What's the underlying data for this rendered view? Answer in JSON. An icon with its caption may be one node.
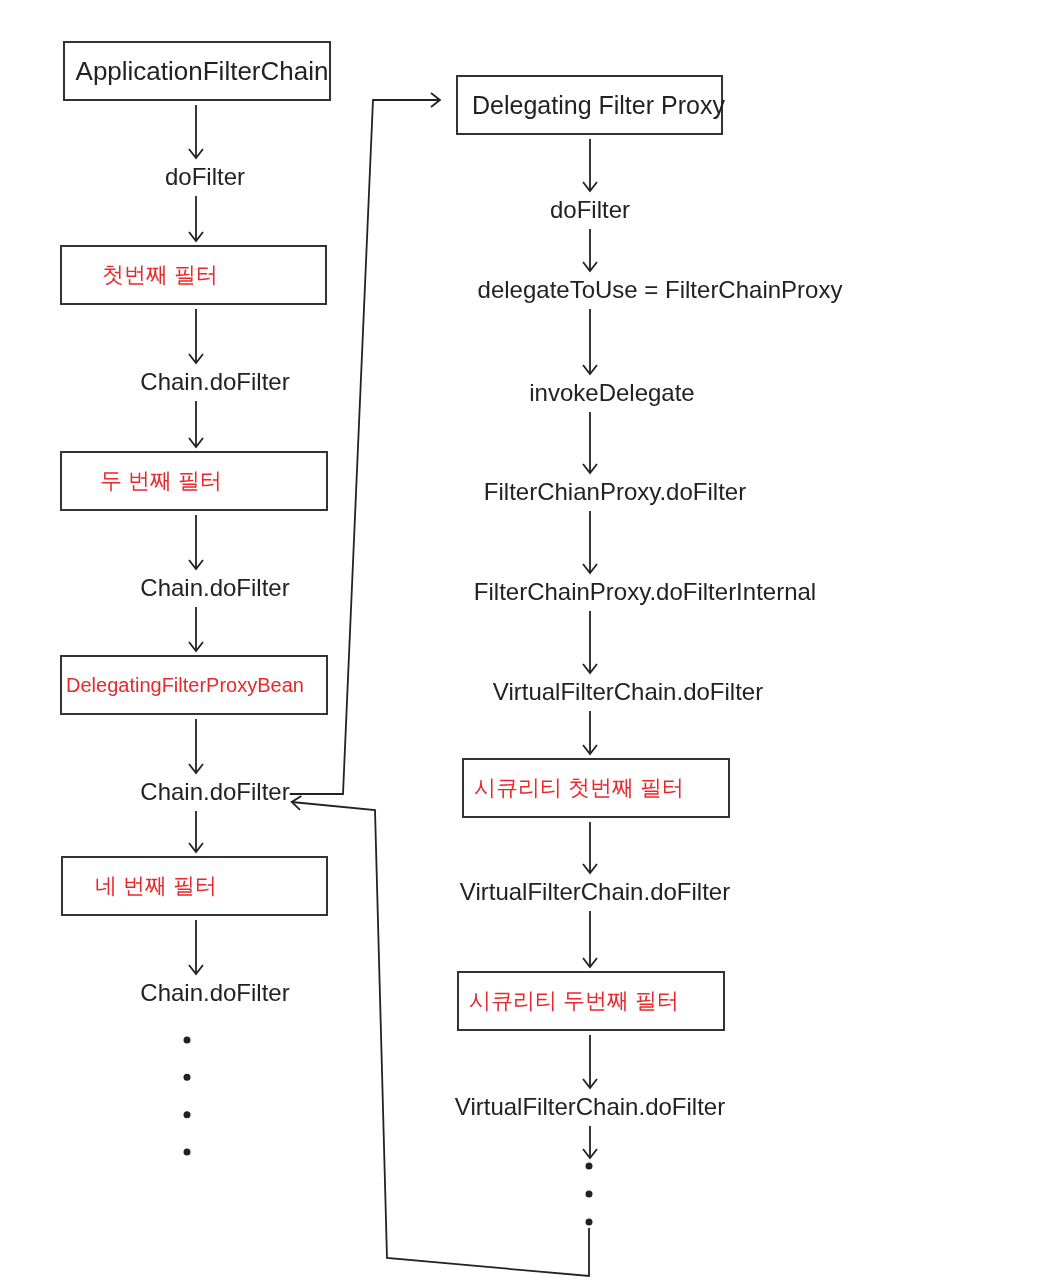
{
  "diagram": {
    "nodes": [
      {
        "text": [
          "ApplicationFilterChain"
        ]
      },
      {
        "text": [
          "doFilter"
        ]
      },
      {
        "text": [
          "첫번째 필터"
        ]
      },
      {
        "text": [
          "Chain.doFilter"
        ]
      },
      {
        "text": [
          "두 번째 필터"
        ]
      },
      {
        "text": [
          "Chain.doFilter"
        ]
      },
      {
        "text": [
          "DelegatingFilterProxyBean"
        ]
      },
      {
        "text": [
          "Chain.doFilter"
        ]
      },
      {
        "text": [
          "네 번째 필터"
        ]
      },
      {
        "text": [
          "Chain.doFilter"
        ]
      },
      {
        "text": [],
        "shape": "dots"
      },
      {
        "text": [
          "Delegating Filter Proxy"
        ]
      },
      {
        "text": [
          "doFilter"
        ]
      },
      {
        "text": [
          "delegateToUse = FilterChainProxy"
        ]
      },
      {
        "text": [
          "invokeDelegate"
        ]
      },
      {
        "text": [
          "FilterChianProxy.doFilter"
        ]
      },
      {
        "text": [
          "FilterChainProxy.doFilterInternal"
        ]
      },
      {
        "text": [
          "VirtualFilterChain.doFilter"
        ]
      },
      {
        "text": [
          "시큐리티 첫번째 필터"
        ]
      },
      {
        "text": [
          "VirtualFilterChain.doFilter"
        ]
      },
      {
        "text": [
          "시큐리티 두번째 필터"
        ]
      },
      {
        "text": [
          "VirtualFilterChain.doFilter"
        ]
      },
      {
        "text": [],
        "shape": "dots"
      }
    ],
    "edges": [
      {
        "from": 0,
        "to": 1,
        "arrow": "to"
      },
      {
        "from": 1,
        "to": 2,
        "arrow": "to"
      },
      {
        "from": 2,
        "to": 3,
        "arrow": "to"
      },
      {
        "from": 3,
        "to": 4,
        "arrow": "to"
      },
      {
        "from": 4,
        "to": 5,
        "arrow": "to"
      },
      {
        "from": 5,
        "to": 6,
        "arrow": "to"
      },
      {
        "from": 6,
        "to": 7,
        "arrow": "to"
      },
      {
        "from": 7,
        "to": 8,
        "arrow": "to"
      },
      {
        "from": 8,
        "to": 9,
        "arrow": "to"
      },
      {
        "from": 11,
        "to": 12,
        "arrow": "to"
      },
      {
        "from": 12,
        "to": 13,
        "arrow": "to"
      },
      {
        "from": 13,
        "to": 14,
        "arrow": "to"
      },
      {
        "from": 14,
        "to": 15,
        "arrow": "to"
      },
      {
        "from": 15,
        "to": 16,
        "arrow": "to"
      },
      {
        "from": 16,
        "to": 17,
        "arrow": "to"
      },
      {
        "from": 17,
        "to": 18,
        "arrow": "to"
      },
      {
        "from": 18,
        "to": 19,
        "arrow": "to"
      },
      {
        "from": 19,
        "to": 20,
        "arrow": "to"
      },
      {
        "from": 20,
        "to": 21,
        "arrow": "to"
      },
      {
        "from": 21,
        "to": 22,
        "arrow": "to"
      },
      {
        "from": 7,
        "to": 11,
        "arrow": "to"
      },
      {
        "from": 22,
        "to": 7,
        "arrow": "to"
      }
    ]
  }
}
